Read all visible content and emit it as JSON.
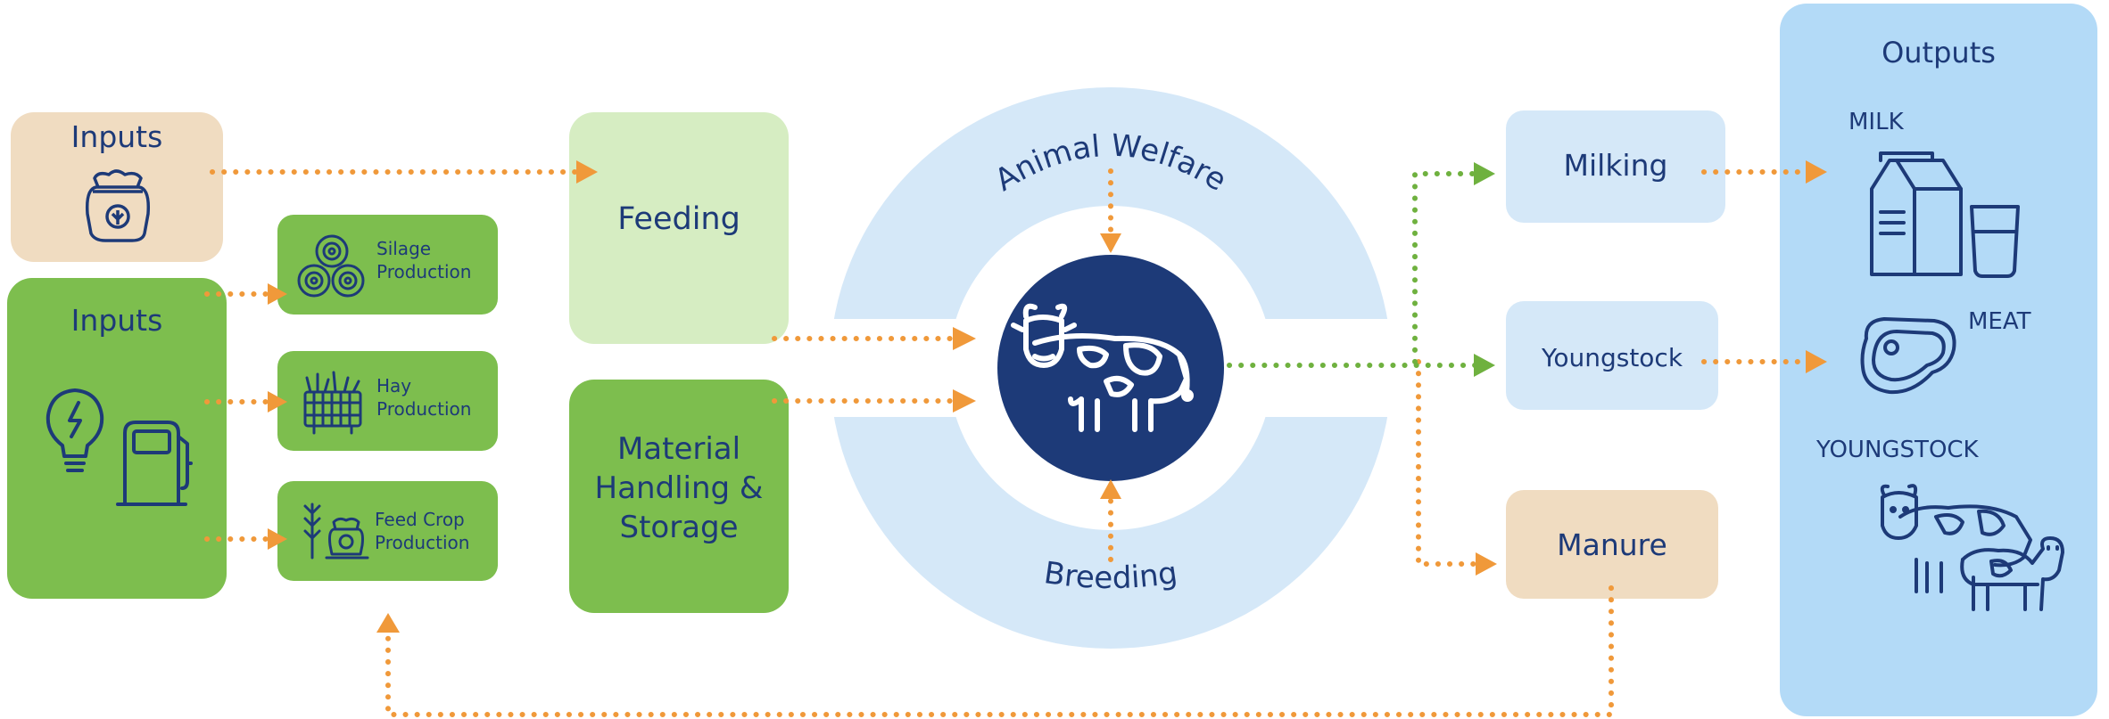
{
  "colors": {
    "navy": "#1d3a78",
    "dark_green": "#7dbe4e",
    "light_green": "#d6edc2",
    "tan": "#f0dcc1",
    "light_blue": "#d5e8f8",
    "outputs_blue": "#b3daf7",
    "orange_arrow": "#f0993a",
    "green_arrow": "#6fb13f",
    "cow_circle": "#1d3a78"
  },
  "inputs_tan": {
    "label": "Inputs",
    "icon": "feed-sack-icon"
  },
  "inputs_green": {
    "label": "Inputs",
    "icons": [
      "lightbulb-icon",
      "fuel-pump-icon"
    ]
  },
  "production": [
    {
      "label": "Silage Production",
      "line1": "Silage",
      "line2": "Production",
      "icon": "silage-bales-icon"
    },
    {
      "label": "Hay Production",
      "line1": "Hay",
      "line2": "Production",
      "icon": "hay-bale-icon"
    },
    {
      "label": "Feed Crop Production",
      "line1": "Feed Crop",
      "line2": "Production",
      "icon": "wheat-sack-icon"
    }
  ],
  "feeding": {
    "label": "Feeding"
  },
  "material": {
    "line1": "Material",
    "line2": "Handling &",
    "line3": "Storage"
  },
  "center": {
    "top": "Animal Welfare",
    "bottom": "Breeding",
    "icon": "cow-icon"
  },
  "milking": {
    "label": "Milking"
  },
  "youngstock": {
    "label": "Youngstock"
  },
  "manure": {
    "label": "Manure"
  },
  "outputs": {
    "title": "Outputs",
    "milk": "MILK",
    "meat": "MEAT",
    "youngstock": "YOUNGSTOCK",
    "icons": [
      "milk-carton-icon",
      "steak-icon",
      "cow-calf-icon"
    ]
  }
}
